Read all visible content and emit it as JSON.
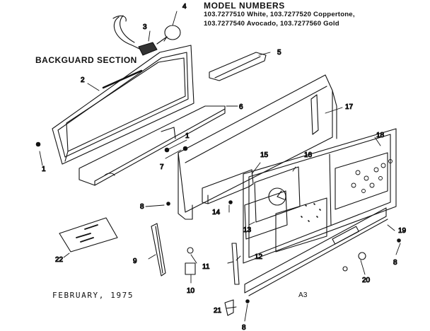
{
  "header": {
    "title": "MODEL NUMBERS",
    "models_line1": "103.7277510 White,  103.7277520 Coppertone,",
    "models_line2": "103.7277540 Avocado,  103.7277560 Gold"
  },
  "section_label": "BACKGUARD SECTION",
  "footer": {
    "date": "FEBRUARY, 1975",
    "page_code": "A3"
  },
  "callouts": [
    "1",
    "1",
    "2",
    "3",
    "4",
    "5",
    "6",
    "7",
    "8",
    "8",
    "8",
    "9",
    "10",
    "11",
    "12",
    "13",
    "14",
    "15",
    "16",
    "17",
    "18",
    "19",
    "20",
    "21",
    "22"
  ]
}
